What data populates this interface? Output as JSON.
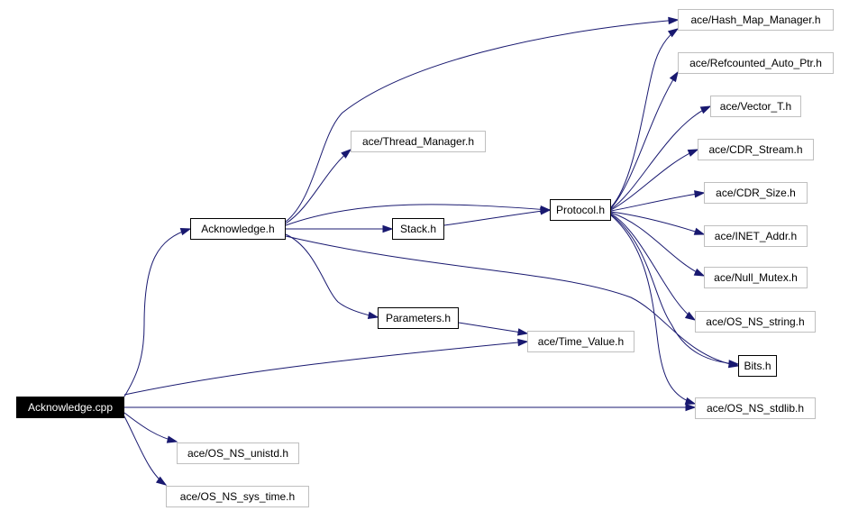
{
  "nodes": {
    "acknowledge_cpp": "Acknowledge.cpp",
    "acknowledge_h": "Acknowledge.h",
    "thread_manager_h": "ace/Thread_Manager.h",
    "stack_h": "Stack.h",
    "protocol_h": "Protocol.h",
    "parameters_h": "Parameters.h",
    "time_value_h": "ace/Time_Value.h",
    "bits_h": "Bits.h",
    "hash_map_manager_h": "ace/Hash_Map_Manager.h",
    "refcounted_auto_ptr_h": "ace/Refcounted_Auto_Ptr.h",
    "vector_t_h": "ace/Vector_T.h",
    "cdr_stream_h": "ace/CDR_Stream.h",
    "cdr_size_h": "ace/CDR_Size.h",
    "inet_addr_h": "ace/INET_Addr.h",
    "null_mutex_h": "ace/Null_Mutex.h",
    "os_ns_string_h": "ace/OS_NS_string.h",
    "os_ns_stdlib_h": "ace/OS_NS_stdlib.h",
    "os_ns_unistd_h": "ace/OS_NS_unistd.h",
    "os_ns_sys_time_h": "ace/OS_NS_sys_time.h"
  },
  "edges": [
    [
      "acknowledge_cpp",
      "acknowledge_h"
    ],
    [
      "acknowledge_cpp",
      "time_value_h"
    ],
    [
      "acknowledge_cpp",
      "os_ns_stdlib_h"
    ],
    [
      "acknowledge_cpp",
      "os_ns_unistd_h"
    ],
    [
      "acknowledge_cpp",
      "os_ns_sys_time_h"
    ],
    [
      "acknowledge_h",
      "hash_map_manager_h"
    ],
    [
      "acknowledge_h",
      "thread_manager_h"
    ],
    [
      "acknowledge_h",
      "protocol_h"
    ],
    [
      "acknowledge_h",
      "stack_h"
    ],
    [
      "acknowledge_h",
      "parameters_h"
    ],
    [
      "acknowledge_h",
      "bits_h"
    ],
    [
      "stack_h",
      "protocol_h"
    ],
    [
      "parameters_h",
      "time_value_h"
    ],
    [
      "protocol_h",
      "hash_map_manager_h"
    ],
    [
      "protocol_h",
      "refcounted_auto_ptr_h"
    ],
    [
      "protocol_h",
      "vector_t_h"
    ],
    [
      "protocol_h",
      "cdr_stream_h"
    ],
    [
      "protocol_h",
      "cdr_size_h"
    ],
    [
      "protocol_h",
      "inet_addr_h"
    ],
    [
      "protocol_h",
      "null_mutex_h"
    ],
    [
      "protocol_h",
      "os_ns_string_h"
    ],
    [
      "protocol_h",
      "bits_h"
    ],
    [
      "protocol_h",
      "os_ns_stdlib_h"
    ]
  ],
  "colors": {
    "edge": "#191970",
    "root_fill": "#000000",
    "root_text": "#ffffff",
    "external_border": "#bfbfbf",
    "local_border": "#000000"
  }
}
